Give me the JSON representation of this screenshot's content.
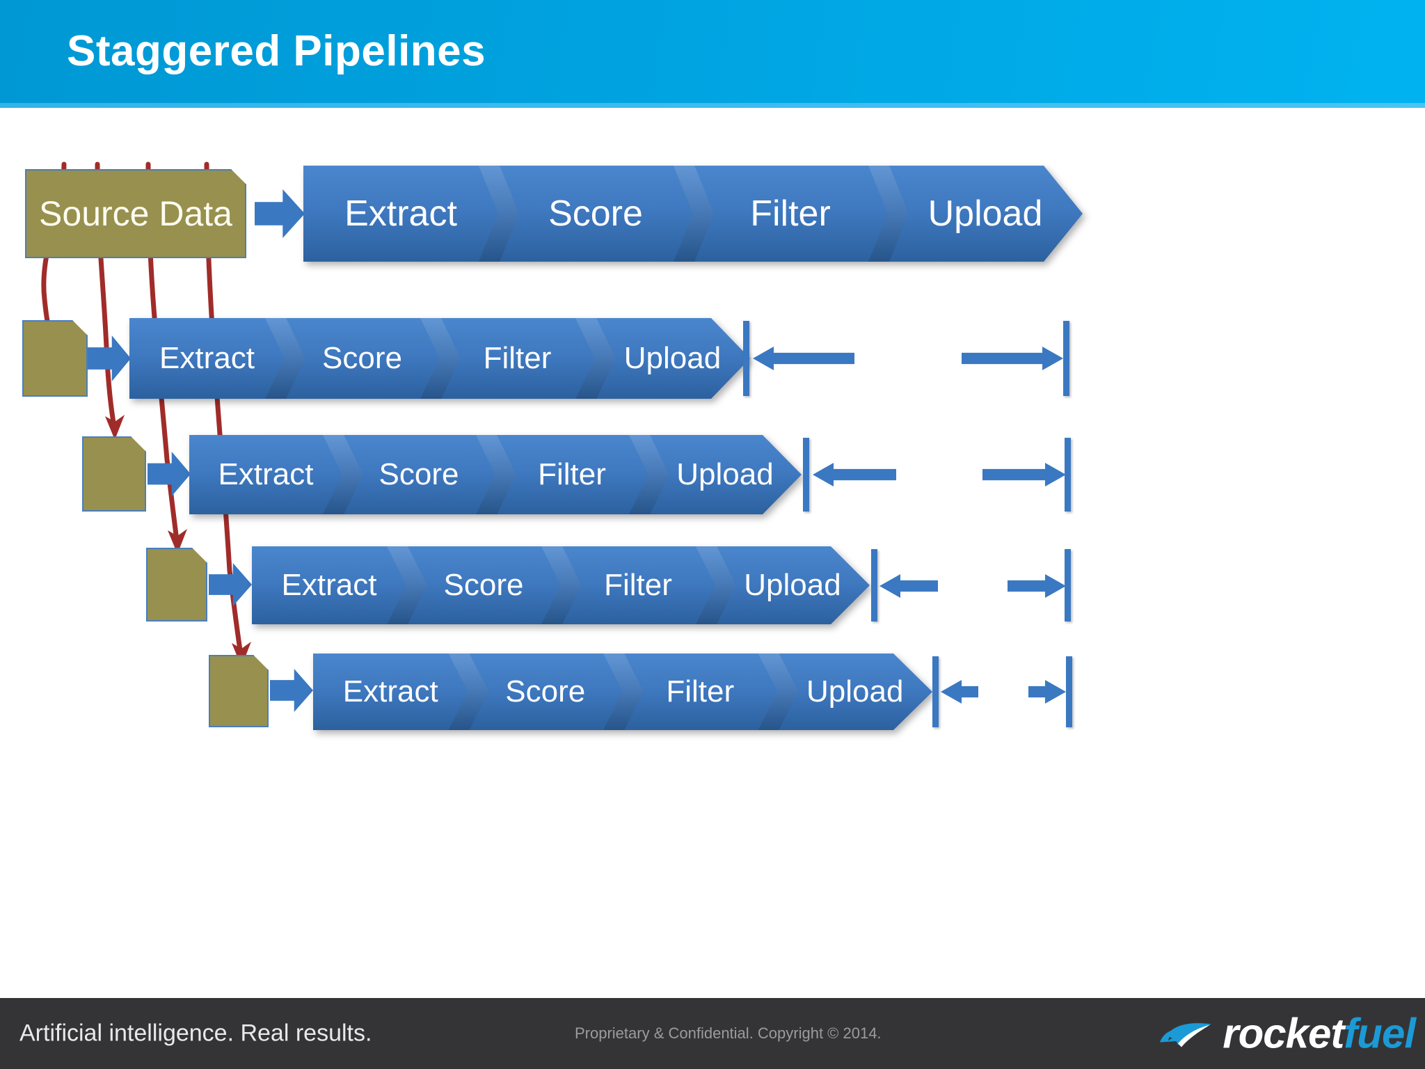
{
  "header": {
    "title": "Staggered Pipelines",
    "bg_color_left": "#0098d4",
    "bg_color_right": "#00b3f0"
  },
  "colors": {
    "pipeline_blue": "#3f79c0",
    "databox_olive": "#98904e",
    "databox_border": "#4a7ebb",
    "connector_red": "#a02c29",
    "footer_bg": "#343436",
    "accent_cyan": "#00a3e0"
  },
  "diagram": {
    "source": {
      "label": "Source Data",
      "icon": "document-shape"
    },
    "stage_labels": [
      "Extract",
      "Score",
      "Filter",
      "Upload"
    ],
    "rows": [
      {
        "id": "row-1",
        "box_label": "Source Data",
        "stages": [
          "Extract",
          "Score",
          "Filter",
          "Upload"
        ],
        "has_dimension": false,
        "clipped_right": true
      },
      {
        "id": "row-2",
        "box_label": "",
        "stages": [
          "Extract",
          "Score",
          "Filter",
          "Upload"
        ],
        "has_dimension": true,
        "clipped_right": false
      },
      {
        "id": "row-3",
        "box_label": "",
        "stages": [
          "Extract",
          "Score",
          "Filter",
          "Upload"
        ],
        "has_dimension": true,
        "clipped_right": false
      },
      {
        "id": "row-4",
        "box_label": "",
        "stages": [
          "Extract",
          "Score",
          "Filter",
          "Upload"
        ],
        "has_dimension": true,
        "clipped_right": false
      },
      {
        "id": "row-5",
        "box_label": "",
        "stages": [
          "Extract",
          "Score",
          "Filter",
          "Upload"
        ],
        "has_dimension": true,
        "clipped_right": false
      }
    ]
  },
  "footer": {
    "tagline": "Artificial intelligence. Real results.",
    "copyright": "Proprietary & Confidential. Copyright © 2014.",
    "logo_primary": "rocket",
    "logo_secondary": "fuel"
  }
}
